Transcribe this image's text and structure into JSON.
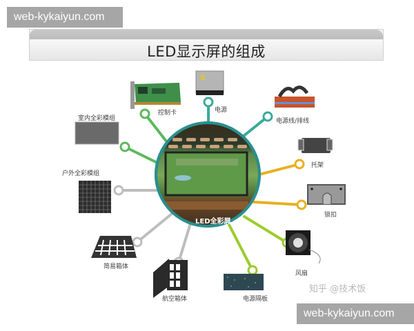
{
  "watermark": {
    "top": "web-kykaiyun.com",
    "bottom": "web-kykaiyun.com"
  },
  "header": {
    "title": "LED显示屏的组成"
  },
  "center": {
    "label": "LED全彩屏",
    "ring_color": "#2a8f8f"
  },
  "components": [
    {
      "id": "control-card",
      "label": "控制卡",
      "line_color": "#5cb85c"
    },
    {
      "id": "power-supply",
      "label": "电源",
      "line_color": "#3aaa9a"
    },
    {
      "id": "power-cable",
      "label": "电源线/排线",
      "line_color": "#3aaa9a"
    },
    {
      "id": "bracket",
      "label": "托架",
      "line_color": "#e8b020"
    },
    {
      "id": "lock",
      "label": "锁扣",
      "line_color": "#e8b020"
    },
    {
      "id": "fan",
      "label": "风扇",
      "line_color": "#9ccc2c"
    },
    {
      "id": "power-panel",
      "label": "电源隔板",
      "line_color": "#9ccc2c"
    },
    {
      "id": "flight-cabinet",
      "label": "航空箱体",
      "line_color": "#bdbdbd"
    },
    {
      "id": "simple-cabinet",
      "label": "简易箱体",
      "line_color": "#bdbdbd"
    },
    {
      "id": "outdoor-module",
      "label": "户外全彩模组",
      "line_color": "#bdbdbd"
    },
    {
      "id": "indoor-module",
      "label": "室内全彩模组",
      "line_color": "#5cb85c"
    }
  ],
  "credit": "知乎 @技术饭"
}
